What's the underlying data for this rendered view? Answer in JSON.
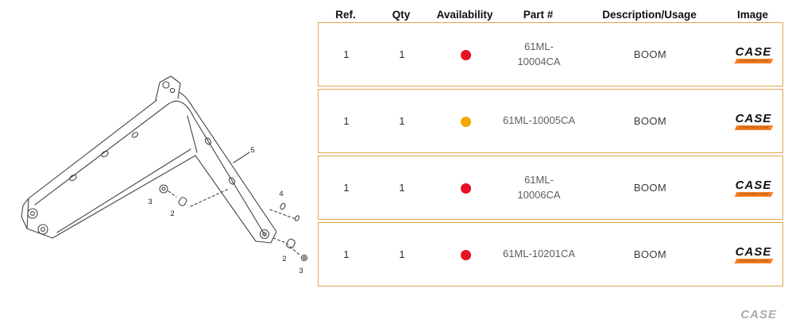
{
  "diagram": {
    "callouts": [
      "3",
      "2",
      "5",
      "4",
      "2",
      "3"
    ]
  },
  "logo": {
    "brand": "CASE",
    "sub": "CONSTRUCTION"
  },
  "footer": {
    "brand": "CASE"
  },
  "colors": {
    "status_red": "#e81123",
    "status_amber": "#f5a800",
    "table_border": "#e0a44e",
    "logo_orange": "#f58025"
  },
  "table": {
    "headers": [
      "Ref.",
      "Qty",
      "Availability",
      "Part #",
      "Description/Usage",
      "Image"
    ],
    "rows": [
      {
        "ref": "1",
        "qty": "1",
        "availability": "red",
        "part": "61ML-\n10004CA",
        "description": "BOOM"
      },
      {
        "ref": "1",
        "qty": "1",
        "availability": "amber",
        "part": "61ML-10005CA",
        "description": "BOOM"
      },
      {
        "ref": "1",
        "qty": "1",
        "availability": "red",
        "part": "61ML-\n10006CA",
        "description": "BOOM"
      },
      {
        "ref": "1",
        "qty": "1",
        "availability": "red",
        "part": "61ML-10201CA",
        "description": "BOOM"
      }
    ]
  }
}
